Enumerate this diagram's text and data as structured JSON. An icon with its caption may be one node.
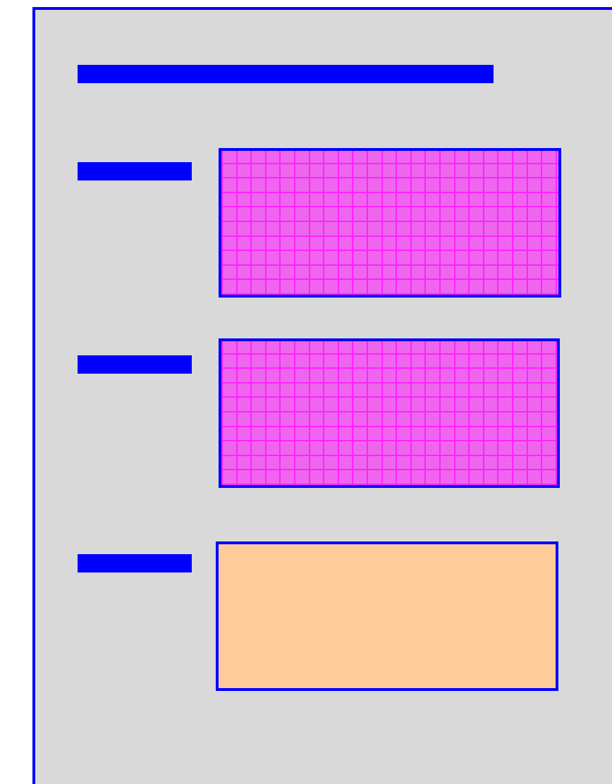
{
  "diagram": {
    "nodes": [
      {
        "text": [],
        "shape": "box"
      },
      {
        "text": [],
        "shape": "bar",
        "in": 0
      },
      {
        "text": [],
        "shape": "bar",
        "in": 0
      },
      {
        "text": [],
        "shape": "box",
        "in": 0
      },
      {
        "text": [],
        "shape": "bar",
        "in": 0
      },
      {
        "text": [],
        "shape": "box",
        "in": 0
      },
      {
        "text": [],
        "shape": "bar",
        "in": 0
      },
      {
        "text": [],
        "shape": "box",
        "in": 0
      }
    ]
  }
}
